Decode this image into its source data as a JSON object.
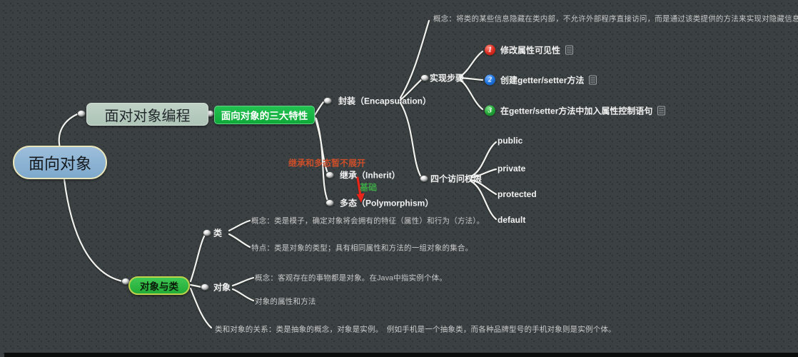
{
  "root": {
    "label": "面向对象"
  },
  "programming": {
    "label": "面对对象编程"
  },
  "three_features": {
    "label": "面向对象的三大特性"
  },
  "encapsulation": {
    "label": "封装（Encapsulation）",
    "concept": "概念：将类的某些信息隐藏在类内部，不允许外部程序直接访问，而是通过该类提供的方法来实现对隐藏信息的操作和访问。",
    "steps": {
      "label": "实现步骤",
      "items": [
        {
          "num": "1",
          "color": "#df3126",
          "label": "修改属性可见性"
        },
        {
          "num": "2",
          "color": "#2277e0",
          "label": "创建getter/setter方法"
        },
        {
          "num": "3",
          "color": "#25a839",
          "label": "在getter/setter方法中加入属性控制语句"
        }
      ]
    },
    "permissions": {
      "label": "四个访问权限",
      "items": [
        "public",
        "private",
        "protected",
        "default"
      ]
    }
  },
  "inherit": {
    "label": "继承（Inherit）"
  },
  "polymorphism": {
    "label": "多态（Polymorphism）"
  },
  "annotations": {
    "not_expanded": "继承和多态暂不展开",
    "basis": "基础"
  },
  "object_class": {
    "label": "对象与类",
    "clazz": {
      "label": "类",
      "concept": "概念：类是模子，确定对象将会拥有的特征（属性）和行为（方法）。",
      "feature": "特点：类是对象的类型；具有相同属性和方法的一组对象的集合。"
    },
    "object": {
      "label": "对象",
      "concept": "概念：客观存在的事物都是对象。在Java中指实例个体。",
      "attrs": "对象的属性和方法"
    },
    "relation": "类和对象的关系：类是抽象的概念，对象是实例。　例如手机是一个抽象类，而各种品牌型号的手机对象则是实例个体。"
  },
  "colors": {
    "background": "#3b4142",
    "root_fill": "#84adcd",
    "root_border": "#e9e5bb",
    "programming_fill": "#b3c9bd",
    "features_fill": "#10ad3c",
    "objclass_fill": "#2db33e",
    "objclass_border": "#bed24c",
    "edge": "#f2f2ef",
    "annotation_orange": "#cb4e2b",
    "annotation_green": "#3da546",
    "arrow_red": "#e8251a"
  }
}
